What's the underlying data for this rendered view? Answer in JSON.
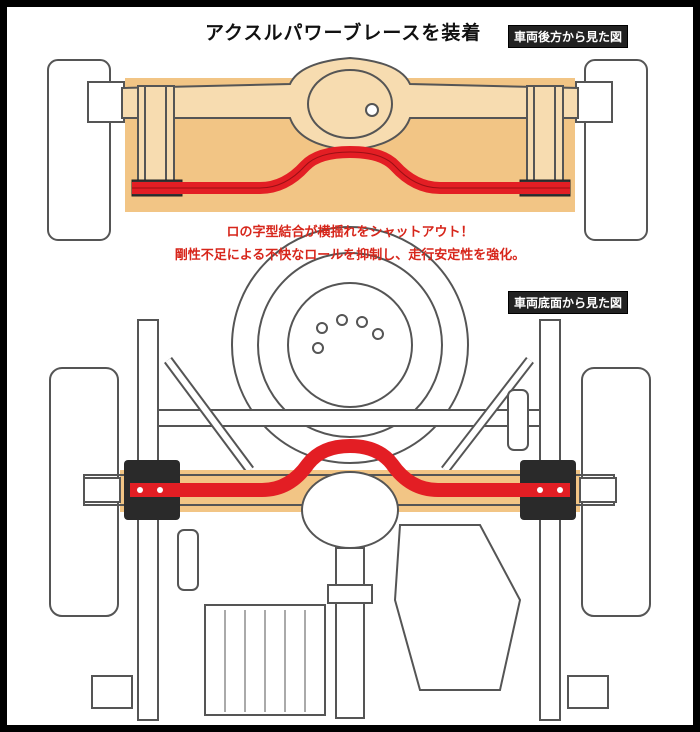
{
  "diagram": {
    "title": "アクスルパワーブレースを装着",
    "rear_view_label": "車両後方から見た図",
    "caption_line1": "ロの字型結合が横揺れをシャットアウト！",
    "caption_line2": "剛性不足による不快なロールを抑制し、走行安定性を強化。",
    "bottom_view_label": "車両底面から見た図"
  },
  "colors": {
    "brace_red": "#e31e24",
    "axle_highlight": "#f2c585",
    "line_gray": "#555555",
    "tag_bg": "#222222",
    "caption_red": "#d7261b"
  }
}
